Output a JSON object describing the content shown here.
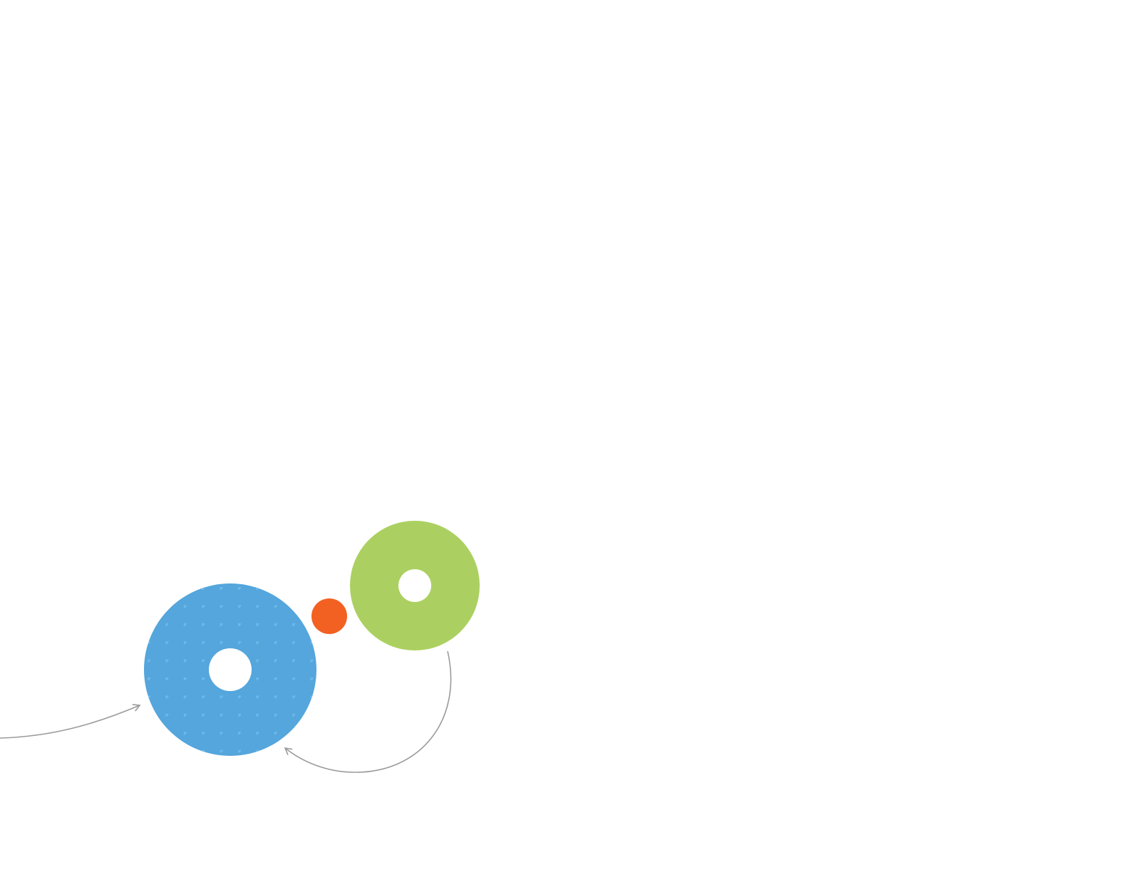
{
  "colors": {
    "background": "#ffffff",
    "blue_ring": "#54a6dc",
    "blue_dots": "#6db8ea",
    "green_ring": "#abd061",
    "orange_dot": "#f26122",
    "connector": "#9b9b9b",
    "hole": "#ffffff"
  },
  "elements": {
    "blue_ring": {
      "icon": "dotted-ring-icon",
      "pattern": "dots"
    },
    "green_ring": {
      "icon": "ring-icon"
    },
    "orange_dot": {
      "icon": "circle-icon"
    },
    "arrows": [
      {
        "from": "off-canvas-left",
        "to": "blue-ring",
        "style": "curved-arrow"
      },
      {
        "from": "green-ring",
        "to": "blue-ring",
        "style": "curved-arrow"
      }
    ]
  }
}
